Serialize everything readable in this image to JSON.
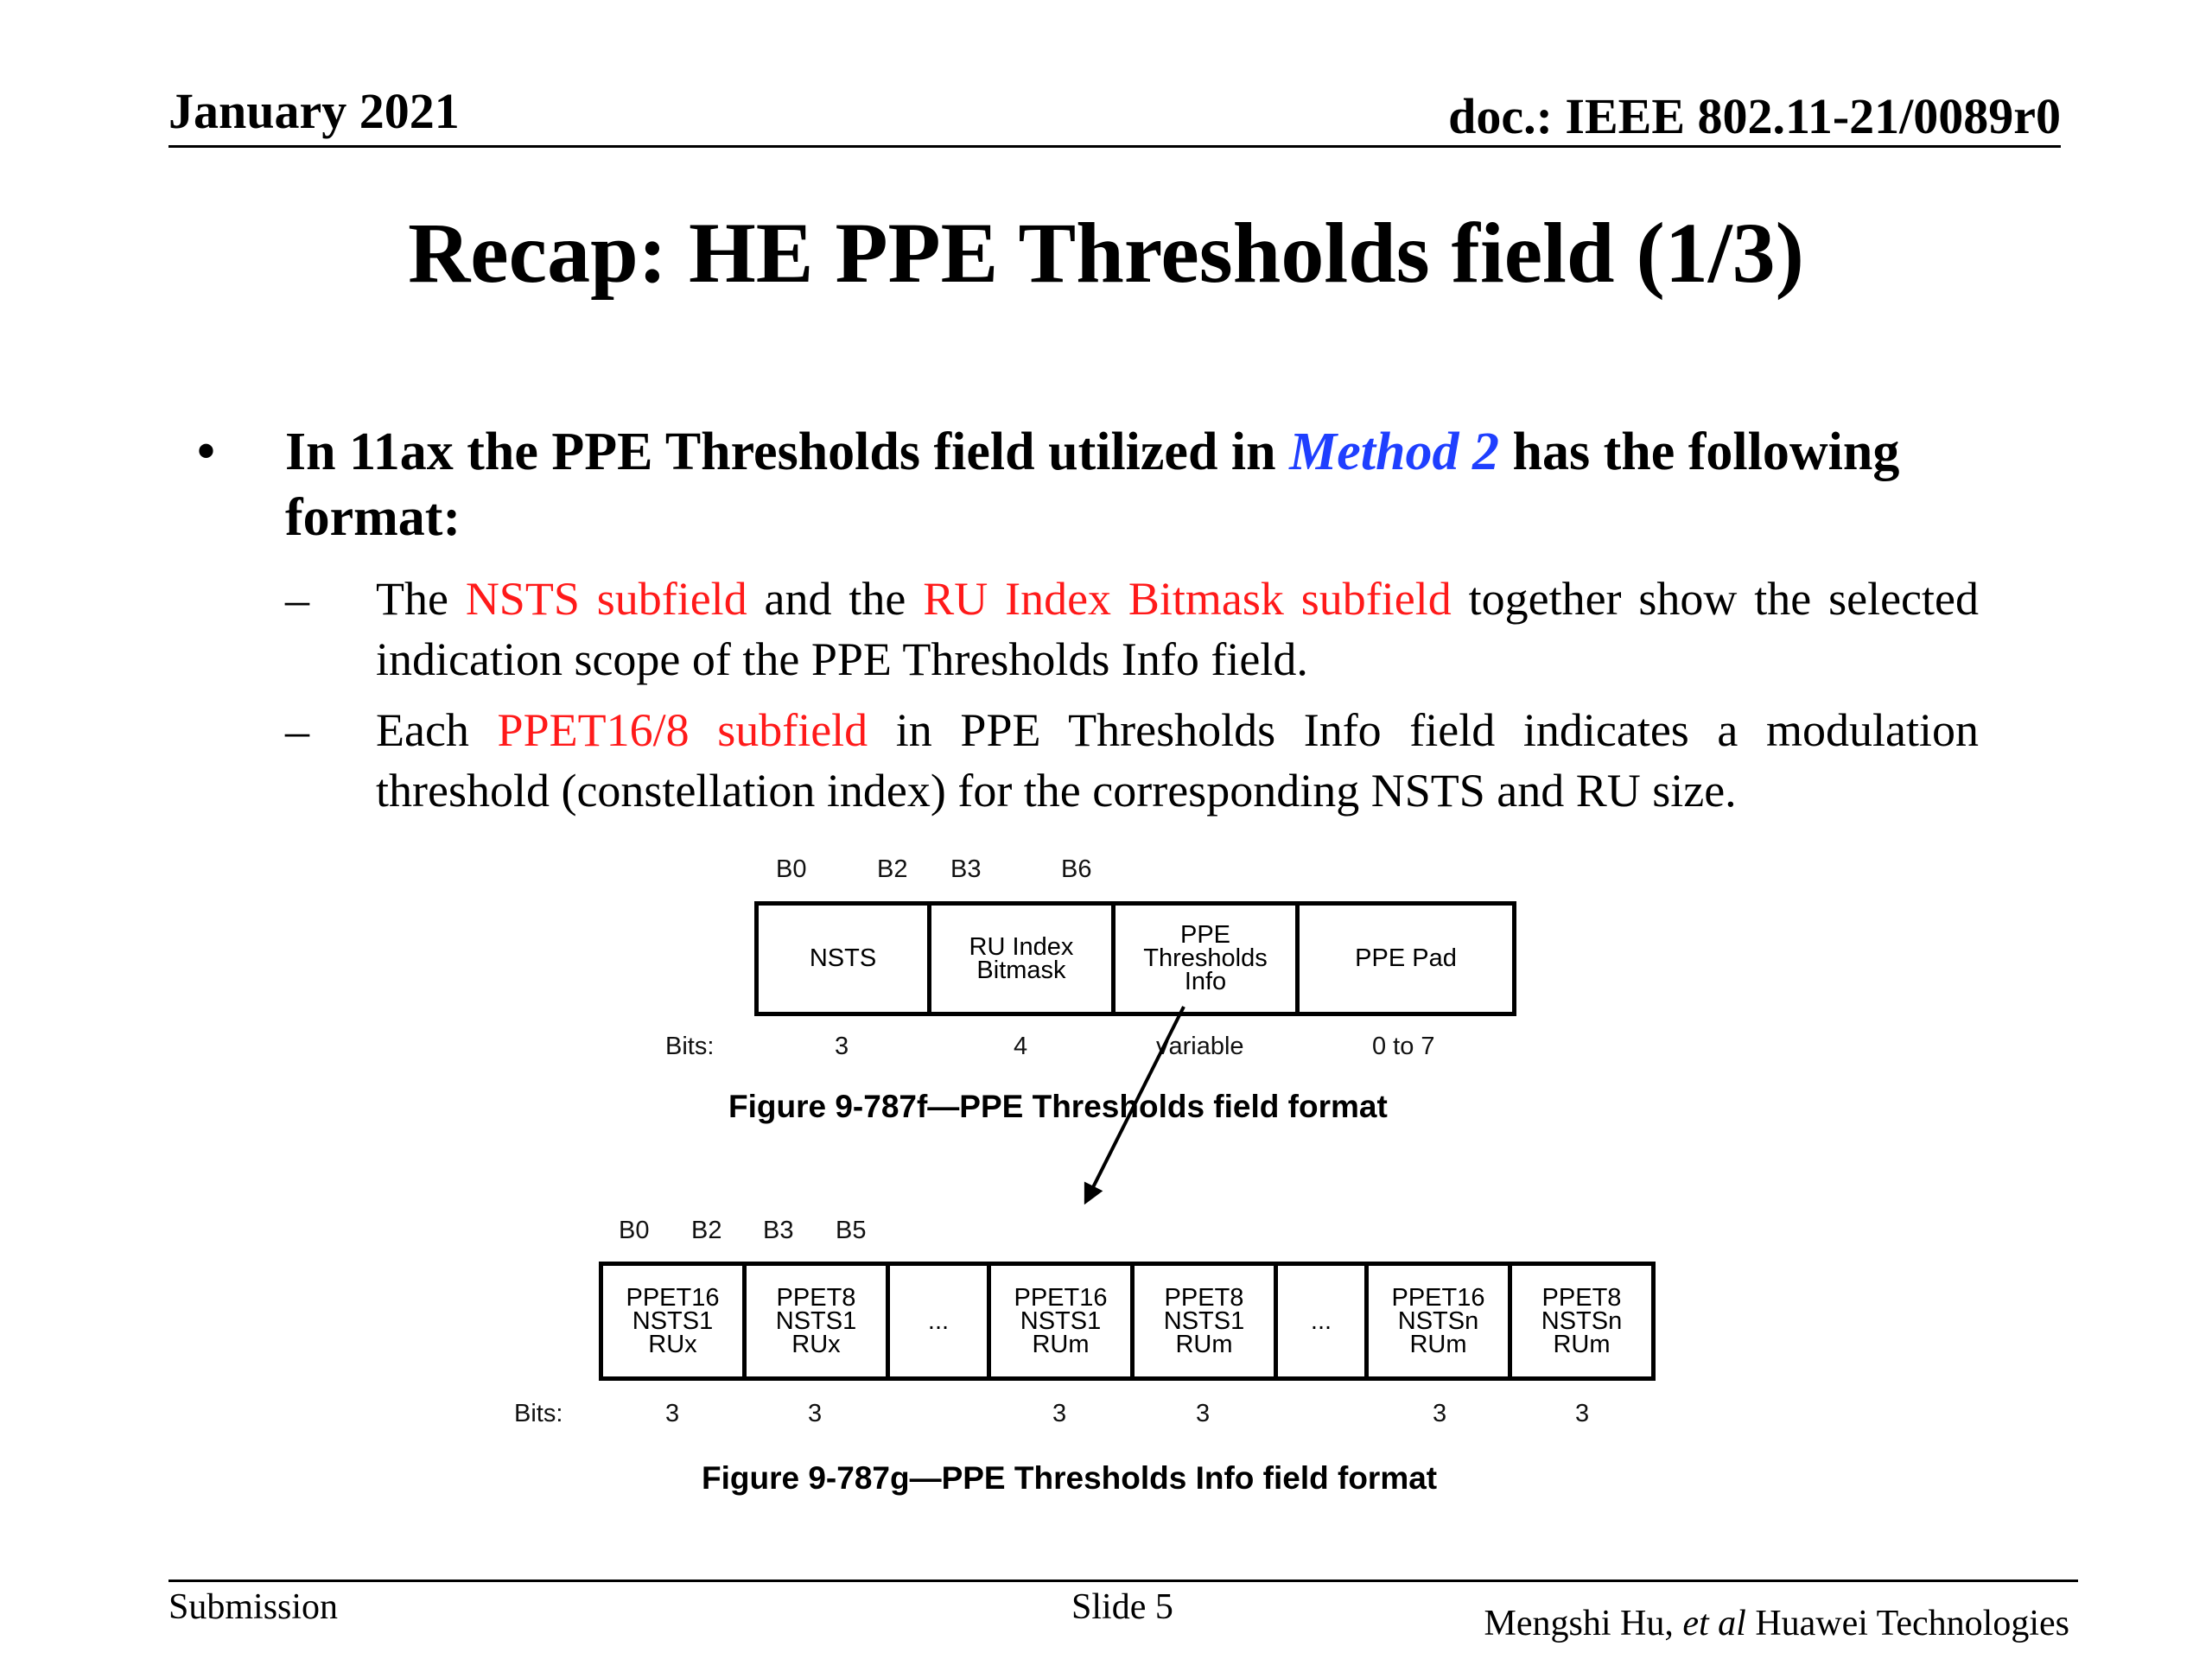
{
  "header": {
    "date": "January 2021",
    "doc": "doc.: IEEE 802.11-21/0089r0"
  },
  "title": "Recap: HE PPE Thresholds field (1/3)",
  "bullet": {
    "symbol": "•",
    "text_before": "In 11ax the PPE Thresholds field utilized in ",
    "method": "Method 2",
    "text_after": " has the following format:"
  },
  "sub_bullets": [
    {
      "dash": "–",
      "p1": "The ",
      "red1": "NSTS subfield",
      "p2": " and the ",
      "red2": "RU Index Bitmask subfield",
      "p3": " together show the selected indication scope of the PPE Thresholds Info field."
    },
    {
      "dash": "–",
      "p1": "Each ",
      "red1": "PPET16/8 subfield",
      "p2": " in PPE Thresholds Info field indicates a modulation threshold (constellation index) for the corresponding NSTS and RU size."
    }
  ],
  "figure1": {
    "bit_labels": [
      "B0",
      "B2",
      "B3",
      "B6"
    ],
    "fields": [
      "NSTS",
      "RU Index\nBitmask",
      "PPE\nThresholds\nInfo",
      "PPE Pad"
    ],
    "bits_label": "Bits:",
    "bits": [
      "3",
      "4",
      "variable",
      "0 to 7"
    ],
    "caption": "Figure 9-787f—PPE Thresholds field format"
  },
  "figure2": {
    "bit_labels": [
      "B0",
      "B2",
      "B3",
      "B5"
    ],
    "fields": [
      "PPET16\nNSTS1\nRUx",
      "PPET8\nNSTS1\nRUx",
      "...",
      "PPET16\nNSTS1\nRUm",
      "PPET8\nNSTS1\nRUm",
      "...",
      "PPET16\nNSTSn\nRUm",
      "PPET8\nNSTSn\nRUm"
    ],
    "bits_label": "Bits:",
    "bits": [
      "3",
      "3",
      "3",
      "3",
      "3",
      "3"
    ],
    "caption": "Figure 9-787g—PPE Thresholds Info field format"
  },
  "footer": {
    "left": "Submission",
    "center": "Slide 5",
    "author": "Mengshi Hu, ",
    "etal": "et al",
    "org": " Huawei Technologies"
  }
}
